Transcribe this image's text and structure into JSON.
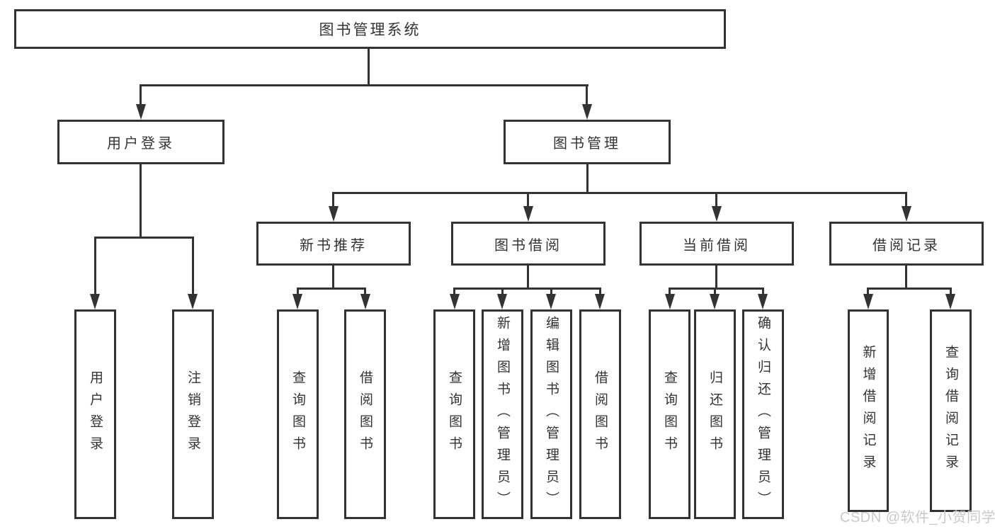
{
  "tree": {
    "label": "图书管理系统",
    "children": [
      {
        "label": "用户登录",
        "children": [
          {
            "label": "用户登录"
          },
          {
            "label": "注销登录"
          }
        ]
      },
      {
        "label": "图书管理",
        "children": [
          {
            "label": "新书推荐",
            "children": [
              {
                "label": "查询图书"
              },
              {
                "label": "借阅图书"
              }
            ]
          },
          {
            "label": "图书借阅",
            "children": [
              {
                "label": "查询图书"
              },
              {
                "label": "新增图书（管理员）"
              },
              {
                "label": "编辑图书（管理员）"
              },
              {
                "label": "借阅图书"
              }
            ]
          },
          {
            "label": "当前借阅",
            "children": [
              {
                "label": "查询图书"
              },
              {
                "label": "归还图书"
              },
              {
                "label": "确认归还（管理员）"
              }
            ]
          },
          {
            "label": "借阅记录",
            "children": [
              {
                "label": "新增借阅记录"
              },
              {
                "label": "查询借阅记录"
              }
            ]
          }
        ]
      }
    ]
  },
  "watermark": {
    "text": "CSDN @软件_小贺同学"
  },
  "colors": {
    "line": "#333333",
    "text": "#333333",
    "watermark": "#c9c9c9",
    "background": "#ffffff"
  }
}
